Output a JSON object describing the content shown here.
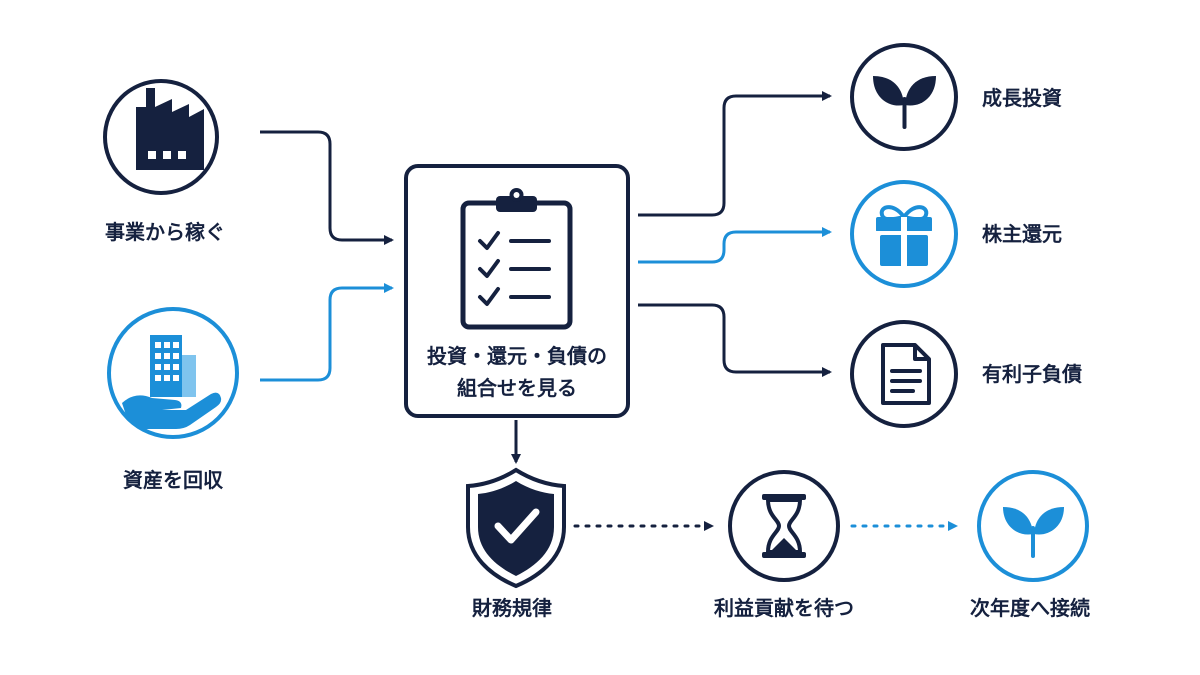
{
  "colors": {
    "navy": "#15213f",
    "blue": "#1c8fd8",
    "white": "#ffffff"
  },
  "inputs": [
    {
      "label": "事業から稼ぐ",
      "icon": "factory-icon",
      "color": "navy"
    },
    {
      "label": "資産を回収",
      "icon": "hand-building-icon",
      "color": "blue"
    }
  ],
  "center": {
    "icon": "clipboard-checklist-icon",
    "line1": "投資・還元・負債の",
    "line2": "組合せを見る"
  },
  "outputs": [
    {
      "label": "成長投資",
      "icon": "sprout-icon",
      "color": "navy"
    },
    {
      "label": "株主還元",
      "icon": "gift-icon",
      "color": "blue"
    },
    {
      "label": "有利子負債",
      "icon": "document-icon",
      "color": "navy"
    }
  ],
  "flow": [
    {
      "label": "財務規律",
      "icon": "shield-check-icon",
      "color": "navy"
    },
    {
      "label": "利益貢献を待つ",
      "icon": "hourglass-icon",
      "color": "navy"
    },
    {
      "label": "次年度へ接続",
      "icon": "sprout-icon",
      "color": "blue"
    }
  ]
}
